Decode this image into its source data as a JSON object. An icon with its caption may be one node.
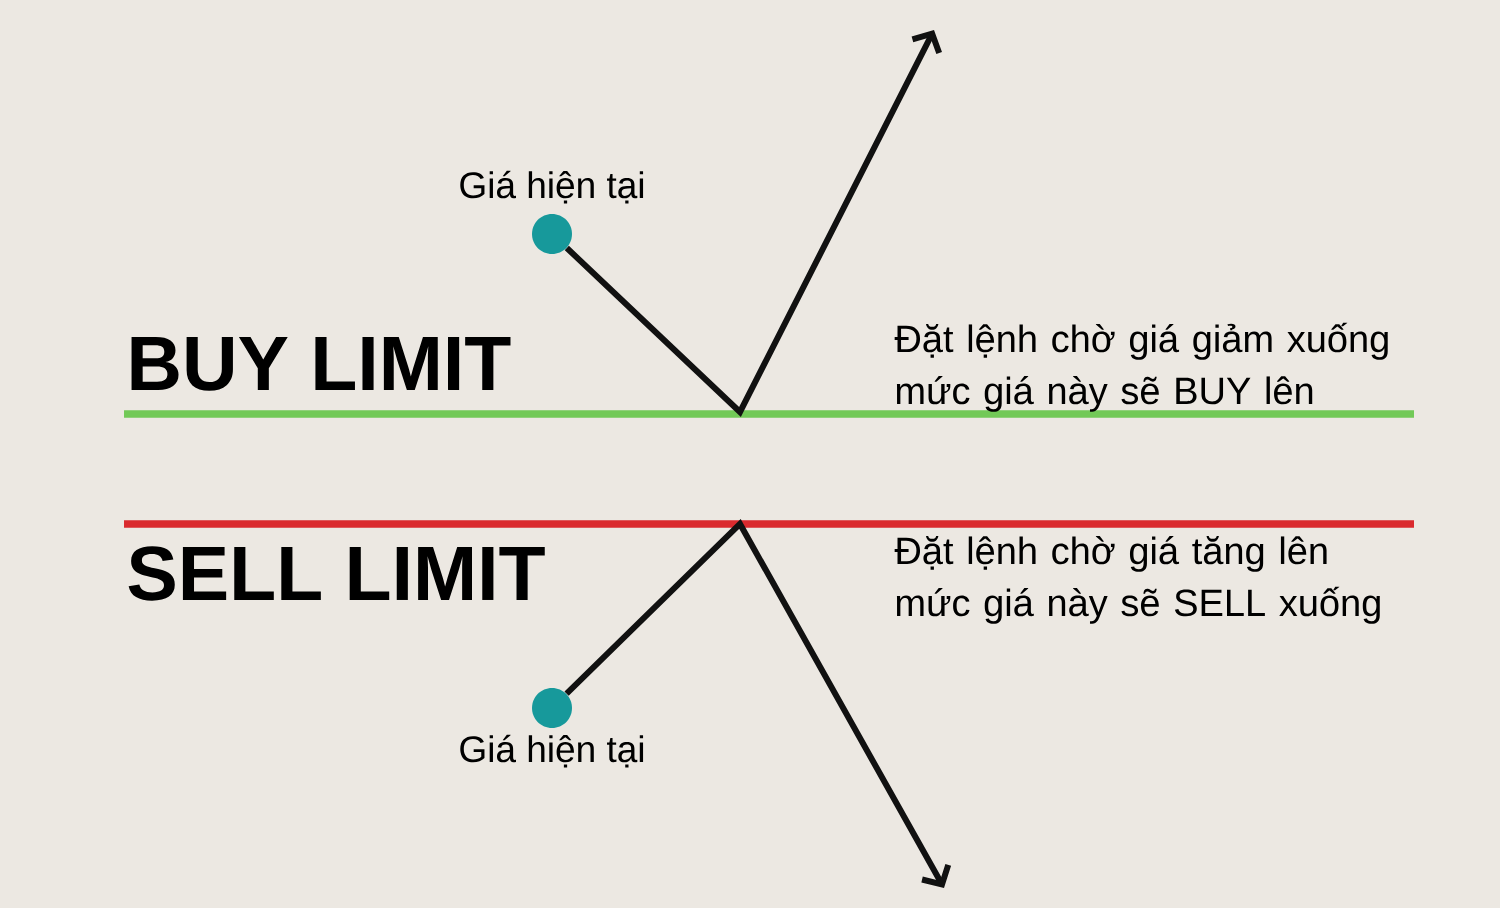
{
  "diagram": {
    "nodes": [
      {
        "text": [],
        "shape": "circle",
        "beside": [
          "Giá hiện tại"
        ]
      },
      {
        "text": [],
        "shape": "circle",
        "beside": [
          "Giá hiện tại"
        ]
      }
    ],
    "edges": [
      {
        "from": 0,
        "to": null,
        "arrow": "to"
      },
      {
        "from": 1,
        "to": null,
        "arrow": "to"
      }
    ],
    "labels": [
      "BUY LIMIT",
      "Đặt lệnh chờ giá giảm xuống mức giá này sẽ BUY lên",
      "SELL LIMIT",
      "Đặt lệnh chờ giá tăng lên mức giá này sẽ SELL xuống"
    ]
  }
}
